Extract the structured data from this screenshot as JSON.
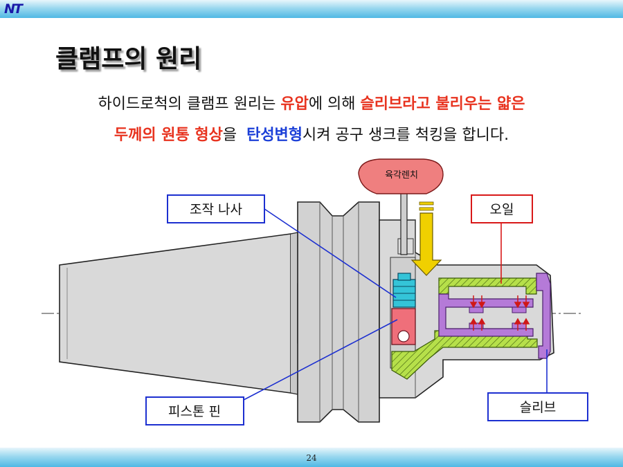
{
  "header": {
    "logo": "NT"
  },
  "title": "클램프의 원리",
  "description": {
    "line1": [
      {
        "text": "하이드로척의 클램프 원리는 ",
        "style": "plain"
      },
      {
        "text": "유압",
        "style": "red"
      },
      {
        "text": "에 의해 ",
        "style": "plain"
      },
      {
        "text": "슬리브라고 불리우는 얇은",
        "style": "red"
      }
    ],
    "line2": [
      {
        "text": "두께의 원통 형상",
        "style": "red"
      },
      {
        "text": "을  ",
        "style": "plain"
      },
      {
        "text": "탄성변형",
        "style": "blue"
      },
      {
        "text": "시켜 공구 생크를 척킹을 합니다.",
        "style": "plain"
      }
    ]
  },
  "diagram": {
    "labels": {
      "wrench": "육각렌치",
      "screw": "조작 나사",
      "oil": "오일",
      "piston": "피스톤 핀",
      "sleeve": "슬리브"
    },
    "colors": {
      "oil_hatch": "#b6e04a",
      "sleeve": "#b57ad8",
      "screw": "#34c4d8",
      "piston": "#ef6f7a",
      "wrench": "#ef7f7f",
      "arrow": "#f0d000",
      "label_blue": "#1c2fd0",
      "label_red": "#d81818"
    }
  },
  "footer": {
    "page_number": "24"
  }
}
